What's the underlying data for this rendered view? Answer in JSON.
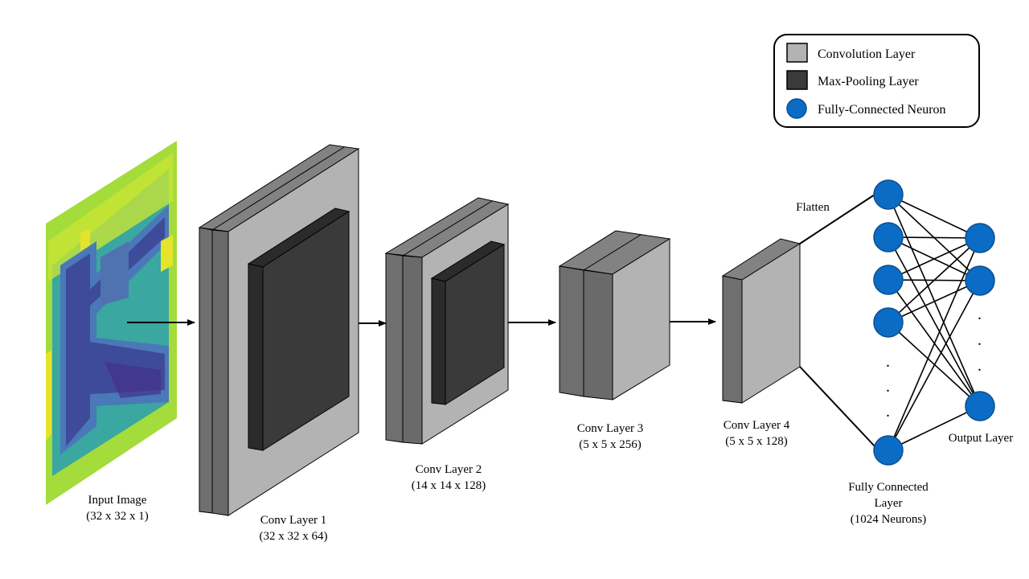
{
  "legend": {
    "items": [
      {
        "label": "Convolution Layer",
        "swatch": "square",
        "color": "#b3b3b3"
      },
      {
        "label": "Max-Pooling Layer",
        "swatch": "square",
        "color": "#3a3a3a"
      },
      {
        "label": "Fully-Connected Neuron",
        "swatch": "circle",
        "color": "#0a6cc4"
      }
    ]
  },
  "layers": {
    "input": {
      "title": "Input Image",
      "dims": "(32 x 32 x 1)"
    },
    "conv1": {
      "title": "Conv Layer 1",
      "dims": "(32 x 32 x 64)"
    },
    "conv2": {
      "title": "Conv Layer 2",
      "dims": "(14 x 14 x 128)"
    },
    "conv3": {
      "title": "Conv Layer 3",
      "dims": "(5 x 5 x 256)"
    },
    "conv4": {
      "title": "Conv Layer 4",
      "dims": "(5 x 5 x 128)"
    },
    "fc": {
      "title_line1": "Fully  Connected",
      "title_line2": "Layer",
      "dims": "(1024 Neurons)"
    },
    "output": {
      "title": "Output Layer"
    }
  },
  "flatten_label": "Flatten",
  "ellipsis": ".",
  "colors": {
    "conv_front": "#b3b3b3",
    "conv_side": "#6f6f6f",
    "conv_top": "#828282",
    "pool_front": "#3a3a3a",
    "pool_side": "#2b2b2b",
    "neuron": "#0a6cc4",
    "neuron_stroke": "#0a4f8f"
  }
}
